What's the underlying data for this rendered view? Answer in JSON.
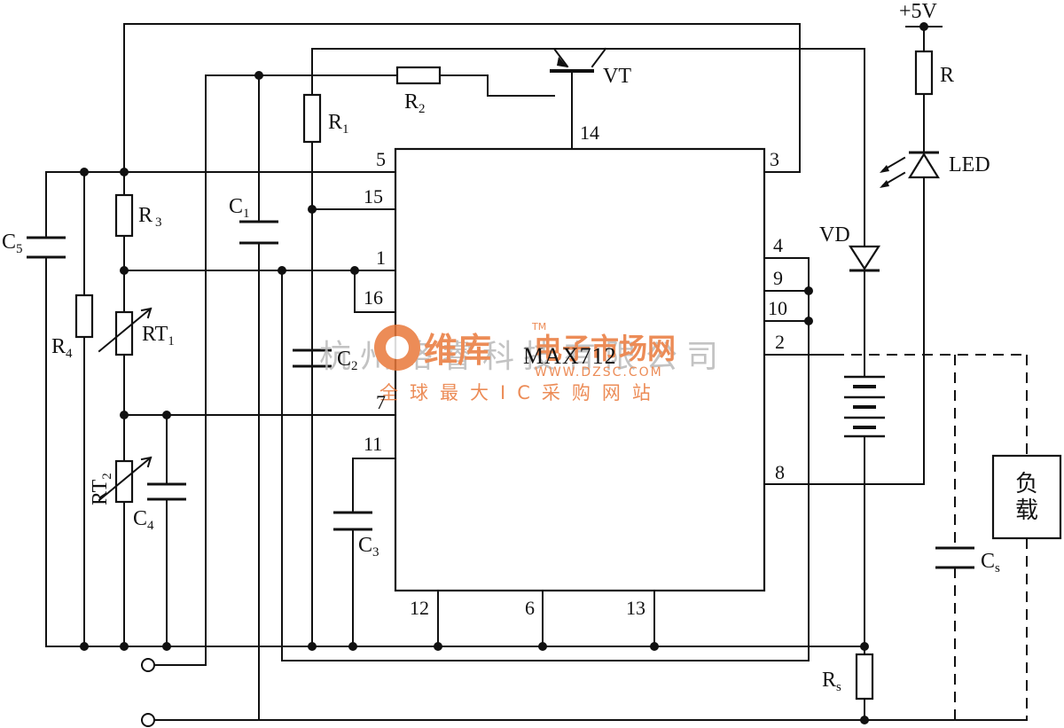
{
  "components": {
    "supply": "+5V",
    "r": "R",
    "led": "LED",
    "vt": "VT",
    "vd": "VD",
    "r1": "R",
    "r1_sub": "1",
    "r2": "R",
    "r2_sub": "2",
    "r3": "R",
    "r3_sub": "3",
    "r4": "R",
    "r4_sub": "4",
    "rt1": "RT",
    "rt1_sub": "1",
    "rt2": "RT",
    "rt2_sub": "2",
    "c1": "C",
    "c1_sub": "1",
    "c2": "C",
    "c2_sub": "2",
    "c3": "C",
    "c3_sub": "3",
    "c4": "C",
    "c4_sub": "4",
    "c5": "C",
    "c5_sub": "5",
    "cs": "C",
    "cs_sub": "s",
    "rs": "R",
    "rs_sub": "s",
    "load_line1": "负",
    "load_line2": "载"
  },
  "chip": {
    "name": "MAX712",
    "pins": {
      "p14": "14",
      "p5": "5",
      "p15": "15",
      "p1": "1",
      "p16": "16",
      "p7": "7",
      "p11": "11",
      "p3": "3",
      "p4": "4",
      "p9": "9",
      "p10": "10",
      "p2": "2",
      "p8": "8",
      "p12": "12",
      "p6": "6",
      "p13": "13"
    }
  },
  "watermark": {
    "company": "杭州络睿科技有限公司",
    "brand": "维库",
    "brand_sub": "电子市场网",
    "url": "WWW.DZSC.COM",
    "slogan": "全球最大IC采购网站",
    "tm": "TM"
  }
}
